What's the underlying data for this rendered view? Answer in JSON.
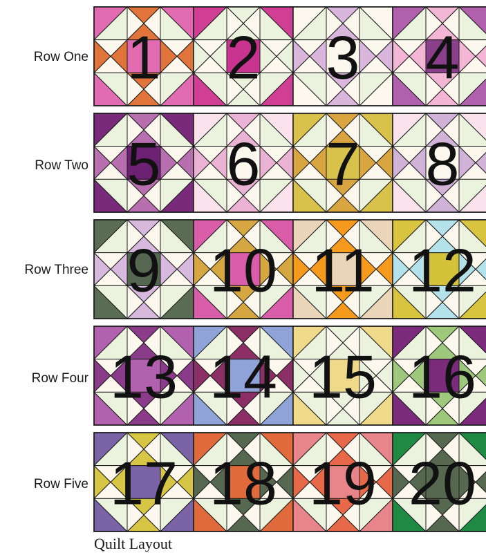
{
  "colors": {
    "background": "#fdf8ee",
    "line": "#1a1a1a",
    "lightgreen": "#ebf3df"
  },
  "rows": [
    {
      "label": "Row One",
      "blocks": [
        {
          "number": "1",
          "corner": "#e06bb0",
          "point": "#e0743a",
          "center": "#e06bb0"
        },
        {
          "number": "2",
          "corner": "#d13f94",
          "point": "#ebf3df",
          "center": "#c8348f"
        },
        {
          "number": "3",
          "corner": "#fdf8ee",
          "point": "#d9b6dc",
          "center": "#fdf8ee"
        },
        {
          "number": "4",
          "corner": "#b160ad",
          "point": "#f3b6d5",
          "center": "#8a3f8a"
        }
      ]
    },
    {
      "label": "Row Two",
      "blocks": [
        {
          "number": "5",
          "corner": "#7a2a7a",
          "point": "#b86fb0",
          "center": "#6c2172"
        },
        {
          "number": "6",
          "corner": "#fbe3ee",
          "point": "#eab2d3",
          "center": "#fdf8ee"
        },
        {
          "number": "7",
          "corner": "#d9c24c",
          "point": "#d9a540",
          "center": "#d9c24c"
        },
        {
          "number": "8",
          "corner": "#fbe3ee",
          "point": "#d2b3d8",
          "center": "#fdf8ee"
        }
      ]
    },
    {
      "label": "Row Three",
      "blocks": [
        {
          "number": "9",
          "corner": "#5b6e55",
          "point": "#d6b9dd",
          "center": "#556651"
        },
        {
          "number": "10",
          "corner": "#d95da8",
          "point": "#d6a640",
          "center": "#d95da8"
        },
        {
          "number": "11",
          "corner": "#ebd5b8",
          "point": "#f59a1d",
          "center": "#ebd5b8"
        },
        {
          "number": "12",
          "corner": "#d8c43e",
          "point": "#b4e2ea",
          "center": "#d4c23a"
        }
      ]
    },
    {
      "label": "Row Four",
      "blocks": [
        {
          "number": "13",
          "corner": "#b161ad",
          "point": "#8a3c8a",
          "center": "#b161ad"
        },
        {
          "number": "14",
          "corner": "#8fa3d8",
          "point": "#8c2f66",
          "center": "#8fa3d8"
        },
        {
          "number": "15",
          "corner": "#efd98a",
          "point": "#ebf3df",
          "center": "#efd98a"
        },
        {
          "number": "16",
          "corner": "#7c2a7c",
          "point": "#9ec97c",
          "center": "#7c2a7c"
        }
      ]
    },
    {
      "label": "Row Five",
      "blocks": [
        {
          "number": "17",
          "corner": "#7a63a6",
          "point": "#d7c646",
          "center": "#7a63a6"
        },
        {
          "number": "18",
          "corner": "#e06a3c",
          "point": "#56684f",
          "center": "#e06a3c"
        },
        {
          "number": "19",
          "corner": "#e8858a",
          "point": "#e8684a",
          "center": "#e8858a"
        },
        {
          "number": "20",
          "corner": "#1e8a44",
          "point": "#56684f",
          "center": "#56684f"
        }
      ]
    }
  ],
  "caption": "Quilt Layout"
}
